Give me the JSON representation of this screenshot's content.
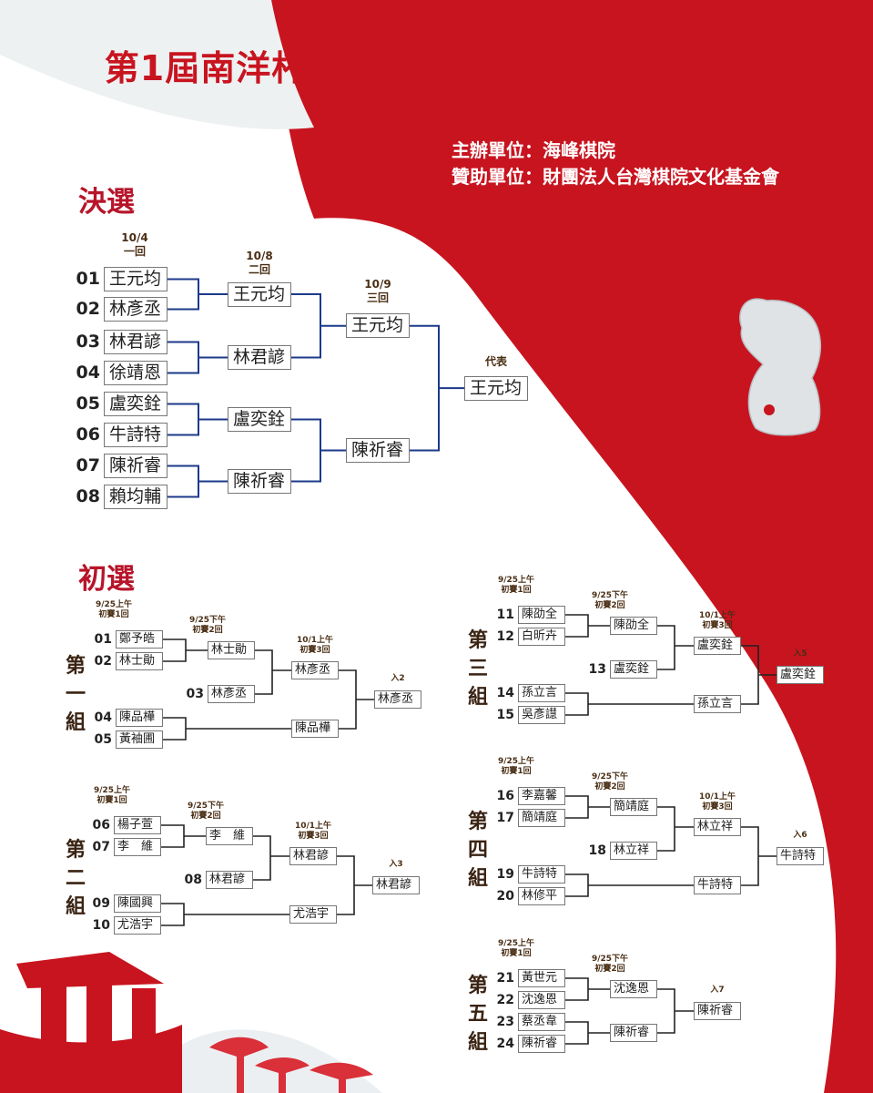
{
  "header": {
    "title": "第1屆南洋杯世界圍棋大師賽台灣代表選拔",
    "organizer": "主辦單位：海峰棋院",
    "sponsor": "贊助單位：財團法人台灣棋院文化基金會"
  },
  "colors": {
    "red": "#c8141f",
    "line_final": "#1c3a8a",
    "line_prelim": "#222222"
  },
  "final": {
    "title": "決選",
    "round_labels": [
      "10/4\n一回",
      "10/8\n二回",
      "10/9\n三回",
      "代表"
    ],
    "players": [
      {
        "num": "01",
        "name": "王元均"
      },
      {
        "num": "02",
        "name": "林彥丞"
      },
      {
        "num": "03",
        "name": "林君諺"
      },
      {
        "num": "04",
        "name": "徐靖恩"
      },
      {
        "num": "05",
        "name": "盧奕銓"
      },
      {
        "num": "06",
        "name": "牛詩特"
      },
      {
        "num": "07",
        "name": "陳祈睿"
      },
      {
        "num": "08",
        "name": "賴均輔"
      }
    ],
    "r2": [
      "王元均",
      "林君諺",
      "盧奕銓",
      "陳祈睿"
    ],
    "r3": [
      "王元均",
      "陳祈睿"
    ],
    "winner": "王元均"
  },
  "prelim": {
    "title": "初選",
    "round_labels": [
      "9/25上午\n初賽1回",
      "9/25下午\n初賽2回",
      "10/1上午\n初賽3回"
    ],
    "groups": [
      {
        "label": "第一組",
        "p": [
          {
            "num": "01",
            "name": "鄭予皓"
          },
          {
            "num": "02",
            "name": "林士勛"
          },
          {
            "num": "03",
            "name": "林彥丞"
          },
          {
            "num": "04",
            "name": "陳品樺"
          },
          {
            "num": "05",
            "name": "黃袖圃"
          }
        ],
        "r2": [
          "林士勛",
          "陳品樺"
        ],
        "r3": "林彥丞",
        "adv": "入2",
        "winner": "林彥丞"
      },
      {
        "label": "第二組",
        "p": [
          {
            "num": "06",
            "name": "楊子萱"
          },
          {
            "num": "07",
            "name": "李　維"
          },
          {
            "num": "08",
            "name": "林君諺"
          },
          {
            "num": "09",
            "name": "陳國興"
          },
          {
            "num": "10",
            "name": "尤浩宇"
          }
        ],
        "r2": [
          "李　維",
          "尤浩宇"
        ],
        "r3": "林君諺",
        "adv": "入3",
        "winner": "林君諺"
      },
      {
        "label": "第三組",
        "p": [
          {
            "num": "11",
            "name": "陳劭全"
          },
          {
            "num": "12",
            "name": "白昕卉"
          },
          {
            "num": "13",
            "name": "盧奕銓"
          },
          {
            "num": "14",
            "name": "孫立言"
          },
          {
            "num": "15",
            "name": "吳彥譿"
          }
        ],
        "r2": [
          "陳劭全",
          "孫立言"
        ],
        "r3": "盧奕銓",
        "adv": "入5",
        "winner": "盧奕銓"
      },
      {
        "label": "第四組",
        "p": [
          {
            "num": "16",
            "name": "李嘉馨"
          },
          {
            "num": "17",
            "name": "簡靖庭"
          },
          {
            "num": "18",
            "name": "林立祥"
          },
          {
            "num": "19",
            "name": "牛詩特"
          },
          {
            "num": "20",
            "name": "林修平"
          }
        ],
        "r2": [
          "簡靖庭",
          "牛詩特"
        ],
        "r3": "林立祥",
        "adv": "入6",
        "winner": "牛詩特"
      },
      {
        "label": "第五組",
        "p": [
          {
            "num": "21",
            "name": "黃世元"
          },
          {
            "num": "22",
            "name": "沈逸恩"
          },
          {
            "num": "23",
            "name": "蔡丞韋"
          },
          {
            "num": "24",
            "name": "陳祈睿"
          }
        ],
        "r2": [
          "沈逸恩",
          "陳祈睿"
        ],
        "adv": "入7",
        "winner": "陳祈睿"
      }
    ]
  }
}
